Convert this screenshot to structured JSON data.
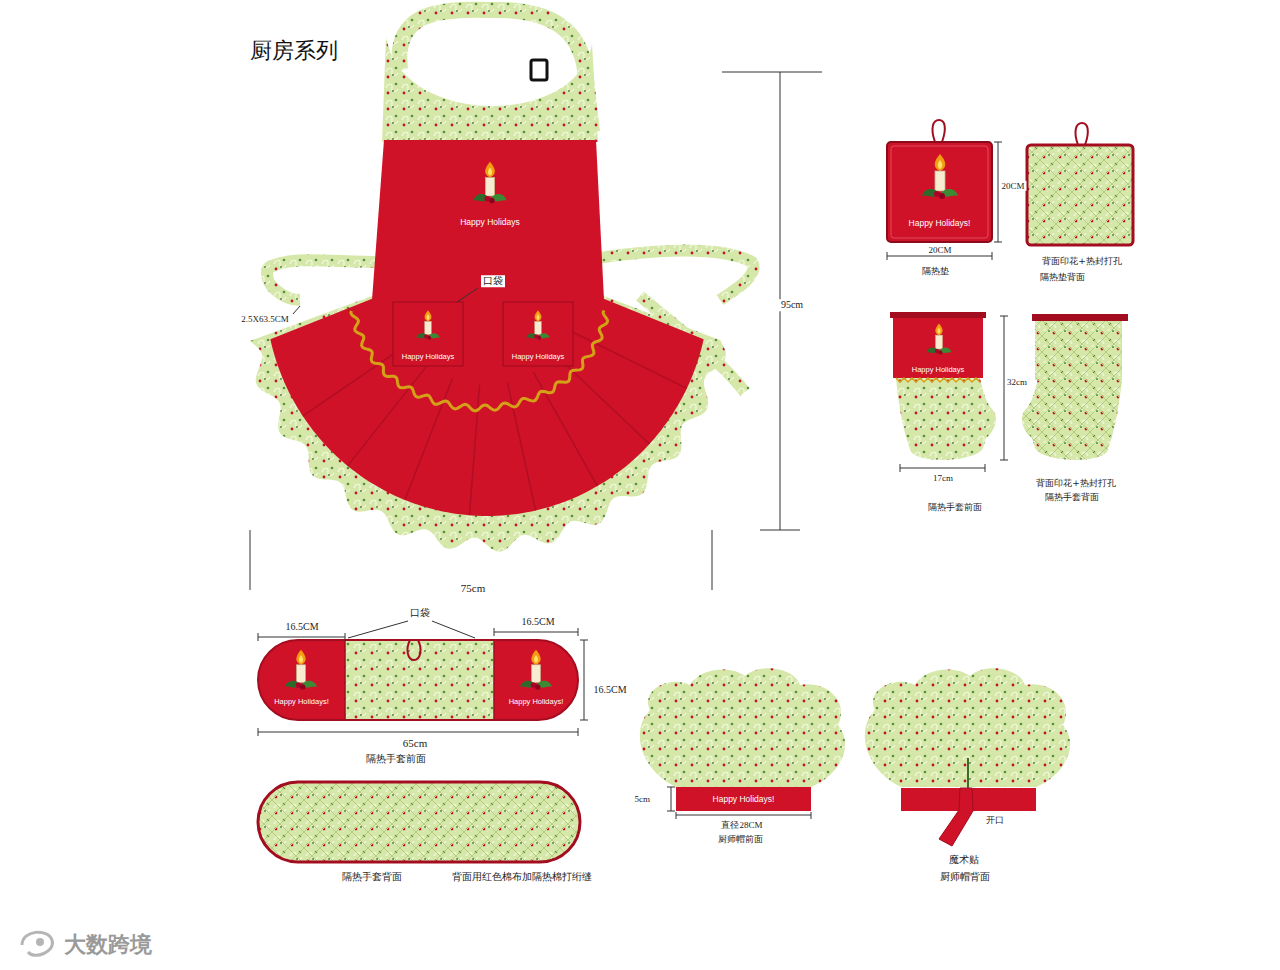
{
  "diagram": {
    "title": "厨房系列",
    "nodes": [
      {
        "text": [
          "Happy Holidays"
        ]
      },
      {
        "text": [
          "Happy Holidays"
        ]
      },
      {
        "text": [
          "Happy Holidays"
        ]
      },
      {
        "text": [
          "Happy Holidays!"
        ]
      },
      {
        "text": [
          "Happy Holidays"
        ]
      },
      {
        "text": [
          "Happy Holidays!"
        ]
      },
      {
        "text": [
          "Happy Holidays!"
        ]
      },
      {
        "text": [
          "Happy Holidays!"
        ]
      }
    ],
    "labels": [
      "口袋",
      "2.5X63.5CM",
      "95cm",
      "75cm",
      "20CM",
      "20CM",
      "隔热垫",
      "背面印花+热封打孔",
      "隔热垫背面",
      "32cm",
      "17cm",
      "隔热手套前面",
      "背面印花+热封打孔",
      "隔热手套背面",
      "16.5CM",
      "口袋",
      "16.5CM",
      "16.5CM",
      "65cm",
      "隔热手套前面",
      "隔热手套背面",
      "背面用红色棉布加隔热棉打绗缝",
      "5cm",
      "直径28CM",
      "厨师帽前面",
      "开口",
      "魔术贴",
      "厨师帽背面",
      "大数跨境"
    ]
  }
}
